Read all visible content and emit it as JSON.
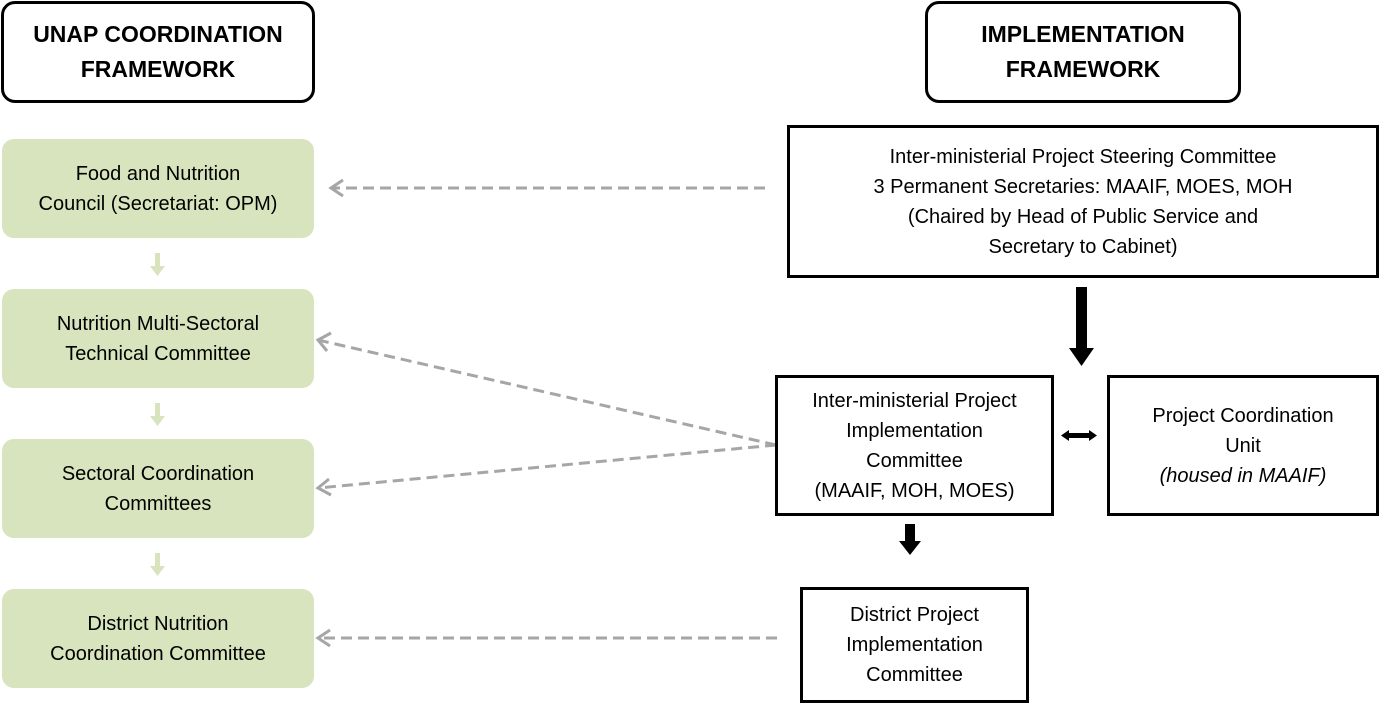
{
  "headers": {
    "left": [
      "UNAP COORDINATION",
      "FRAMEWORK"
    ],
    "right": [
      "IMPLEMENTATION",
      "FRAMEWORK"
    ]
  },
  "left_column": [
    {
      "lines": [
        "Food and Nutrition",
        "Council (Secretariat: OPM)"
      ]
    },
    {
      "lines": [
        "Nutrition Multi-Sectoral",
        "Technical Committee"
      ]
    },
    {
      "lines": [
        "Sectoral Coordination",
        "Committees"
      ]
    },
    {
      "lines": [
        "District Nutrition",
        "Coordination Committee"
      ]
    }
  ],
  "steering_committee": {
    "lines": [
      "Inter-ministerial Project Steering Committee",
      "3 Permanent Secretaries: MAAIF,  MOES, MOH",
      "(Chaired by Head of Public Service and",
      "Secretary to Cabinet)"
    ]
  },
  "implementation_committee": {
    "lines": [
      "Inter-ministerial Project",
      "Implementation",
      "Committee",
      "(MAAIF, MOH, MOES)"
    ]
  },
  "coordination_unit": {
    "lines": [
      "Project Coordination",
      "Unit"
    ],
    "note": "(housed in MAAIF)"
  },
  "district_committee": {
    "lines": [
      "District Project",
      "Implementation",
      "Committee"
    ]
  },
  "colors": {
    "green_box": "#d7e4bd",
    "green_arrow": "#d7e4bd",
    "dashed_arrow": "#a6a6a6",
    "solid_arrow": "#000000"
  }
}
